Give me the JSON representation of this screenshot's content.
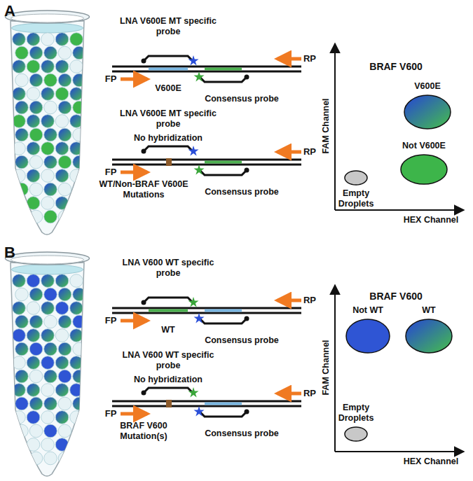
{
  "diagram": {
    "nodes": [
      {
        "text": [
          "V600E"
        ]
      },
      {
        "text": [
          "Not V600E"
        ]
      },
      {
        "text": [
          "Empty Droplets"
        ]
      },
      {
        "text": [
          "Not WT"
        ]
      },
      {
        "text": [
          "WT"
        ]
      },
      {
        "text": [
          "Empty Droplets"
        ]
      }
    ],
    "labels": [
      "A",
      "LNA V600E MT specific probe",
      "RP",
      "FP",
      "V600E",
      "Consensus probe",
      "LNA V600E MT specific probe",
      "No hybridization",
      "RP",
      "FP",
      "WT/Non-BRAF V600E Mutations",
      "Consensus probe",
      "BRAF V600",
      "FAM Channel",
      "HEX Channel",
      "B",
      "LNA V600 WT specific probe",
      "RP",
      "FP",
      "WT",
      "Consensus probe",
      "LNA V600 WT specific probe",
      "No hybridization",
      "RP",
      "FP",
      "BRAF V600 Mutation(s)",
      "Consensus probe",
      "BRAF V600",
      "FAM Channel",
      "HEX Channel"
    ]
  }
}
